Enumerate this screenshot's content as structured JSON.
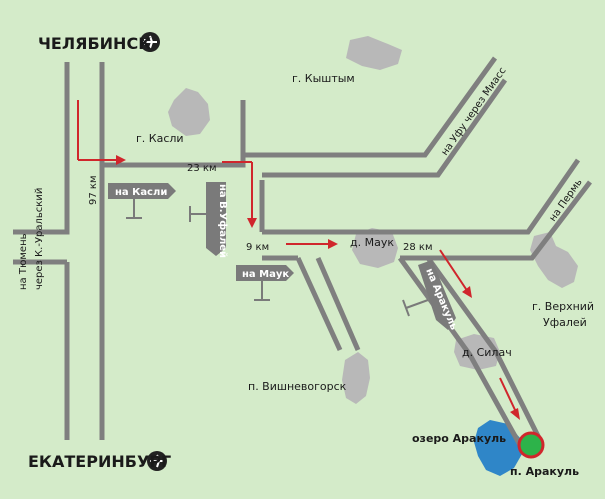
{
  "map": {
    "background": "#d4ebc9",
    "road_color": "#7f7f7f",
    "arrow_color": "#d0262c",
    "destination_color": "#2db34a",
    "lake_color": "#2f86c8",
    "settlement_color": "#b8b8b8",
    "sign_color": "#7a7a7a"
  },
  "cities": {
    "chelyabinsk": "ЧЕЛЯБИНСК",
    "ekaterinburg": "ЕКАТЕРИНБУРГ",
    "airport_icon": "airplane-icon"
  },
  "places": {
    "kyshtym": "г. Кыштым",
    "kasli": "г. Касли",
    "mauk": "д. Маук",
    "silach": "д. Силач",
    "vishnevogorsk": "п. Вишневогорск",
    "verkhny_ufaley_1": "г. Верхний",
    "verkhny_ufaley_2": "Уфалей",
    "lake_arakul": "озеро  Аракуль",
    "arakul": "п. Аракуль"
  },
  "roads": {
    "to_ufa": "на Уфу через Миасс",
    "to_perm": "на Пермь",
    "to_tyumen_1": "на Тюмень",
    "to_tyumen_2": "через К.-Уральский"
  },
  "signs": {
    "kasli": "на Касли",
    "ufaley": "на В.Уфалей",
    "mauk": "на Маук",
    "arakul": "на Аракуль"
  },
  "distances": {
    "d97": "97 км",
    "d23": "23 км",
    "d9": "9 км",
    "d28": "28 км"
  }
}
